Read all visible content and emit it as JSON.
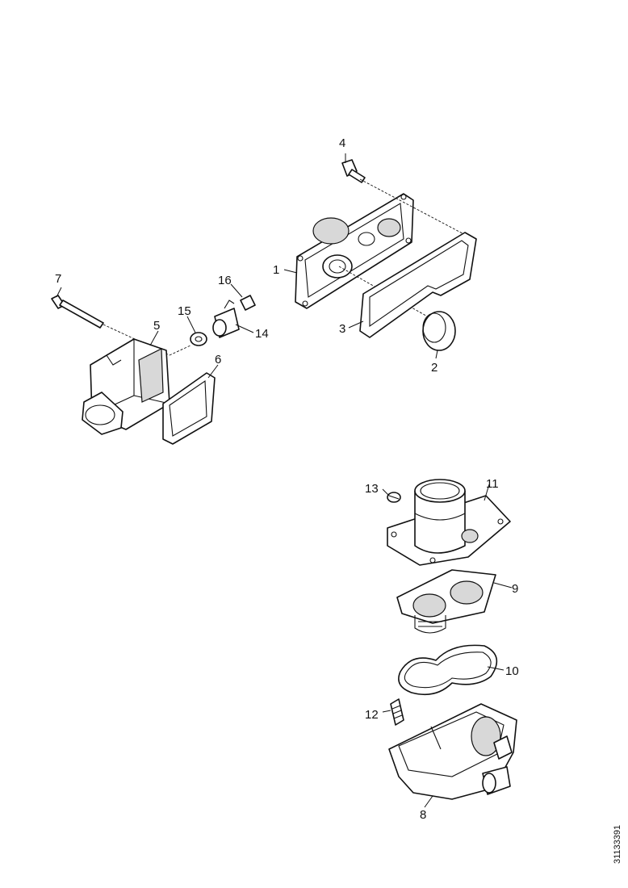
{
  "diagram": {
    "type": "exploded-parts-view",
    "callouts": {
      "c1": "1",
      "c2": "2",
      "c3": "3",
      "c4": "4",
      "c5": "5",
      "c6": "6",
      "c7": "7",
      "c8": "8",
      "c9": "9",
      "c10": "10",
      "c11": "11",
      "c12": "12",
      "c13": "13",
      "c14": "14",
      "c15": "15",
      "c16": "16"
    },
    "reference_code": "31133391"
  }
}
